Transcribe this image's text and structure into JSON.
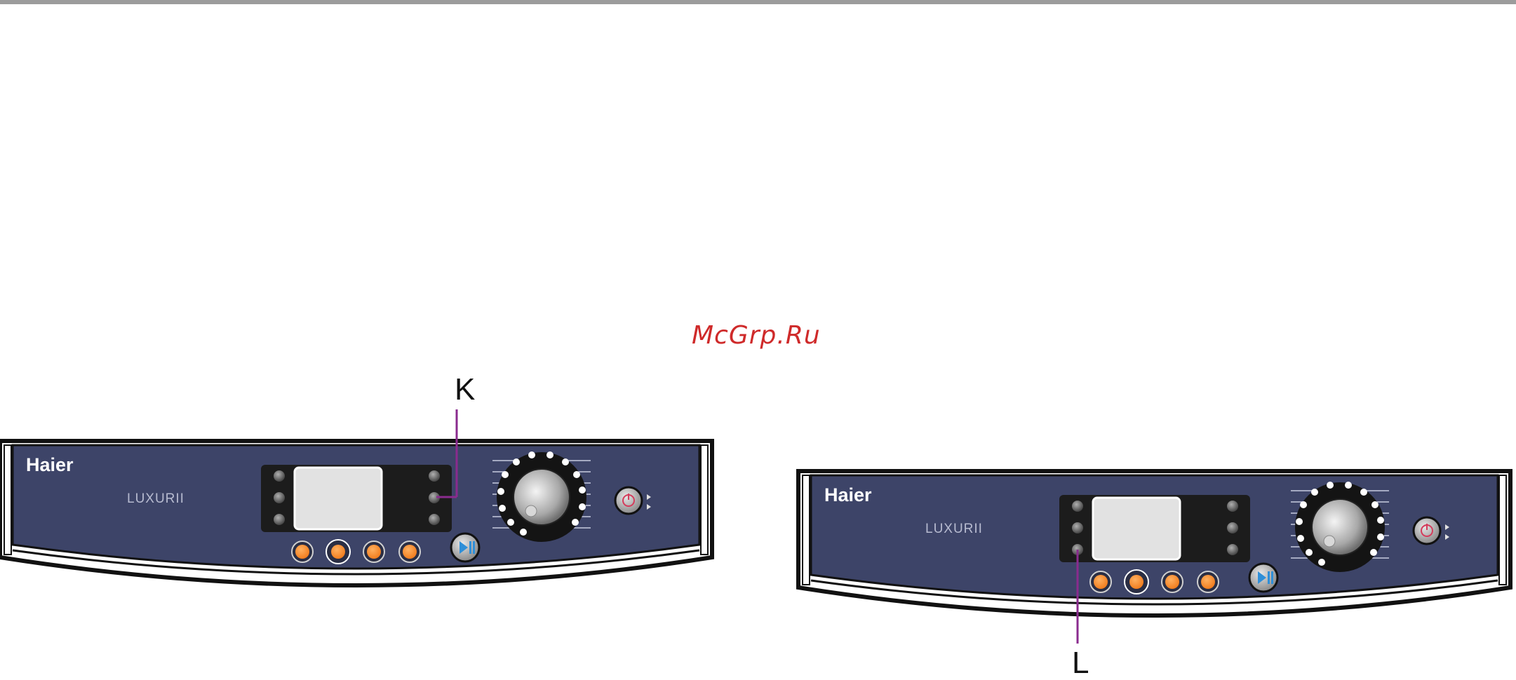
{
  "header_bar": {
    "color": "#9c9c9c"
  },
  "watermark": {
    "text": "McGrp.Ru",
    "color": "#cf2a2a"
  },
  "panels": [
    {
      "id": "left",
      "brand": "Haier",
      "model": "LUXURII",
      "callout": "K",
      "callout_target": "right LED column, middle indicator"
    },
    {
      "id": "right",
      "brand": "Haier",
      "model": "LUXURII",
      "callout": "L",
      "callout_target": "left LED column, bottom indicator"
    }
  ],
  "colors": {
    "panel_face": "#3d4468",
    "display_frame": "#1c1c1c",
    "display_screen": "#e2e2e2",
    "button_orange": "#f07a1a",
    "leader_line": "#8a2b8e",
    "power_icon": "#d43c5c",
    "start_icon": "#2f8fd8"
  },
  "icons": [
    "power-icon",
    "start-pause-icon",
    "program-dial-knob",
    "led-indicator"
  ]
}
